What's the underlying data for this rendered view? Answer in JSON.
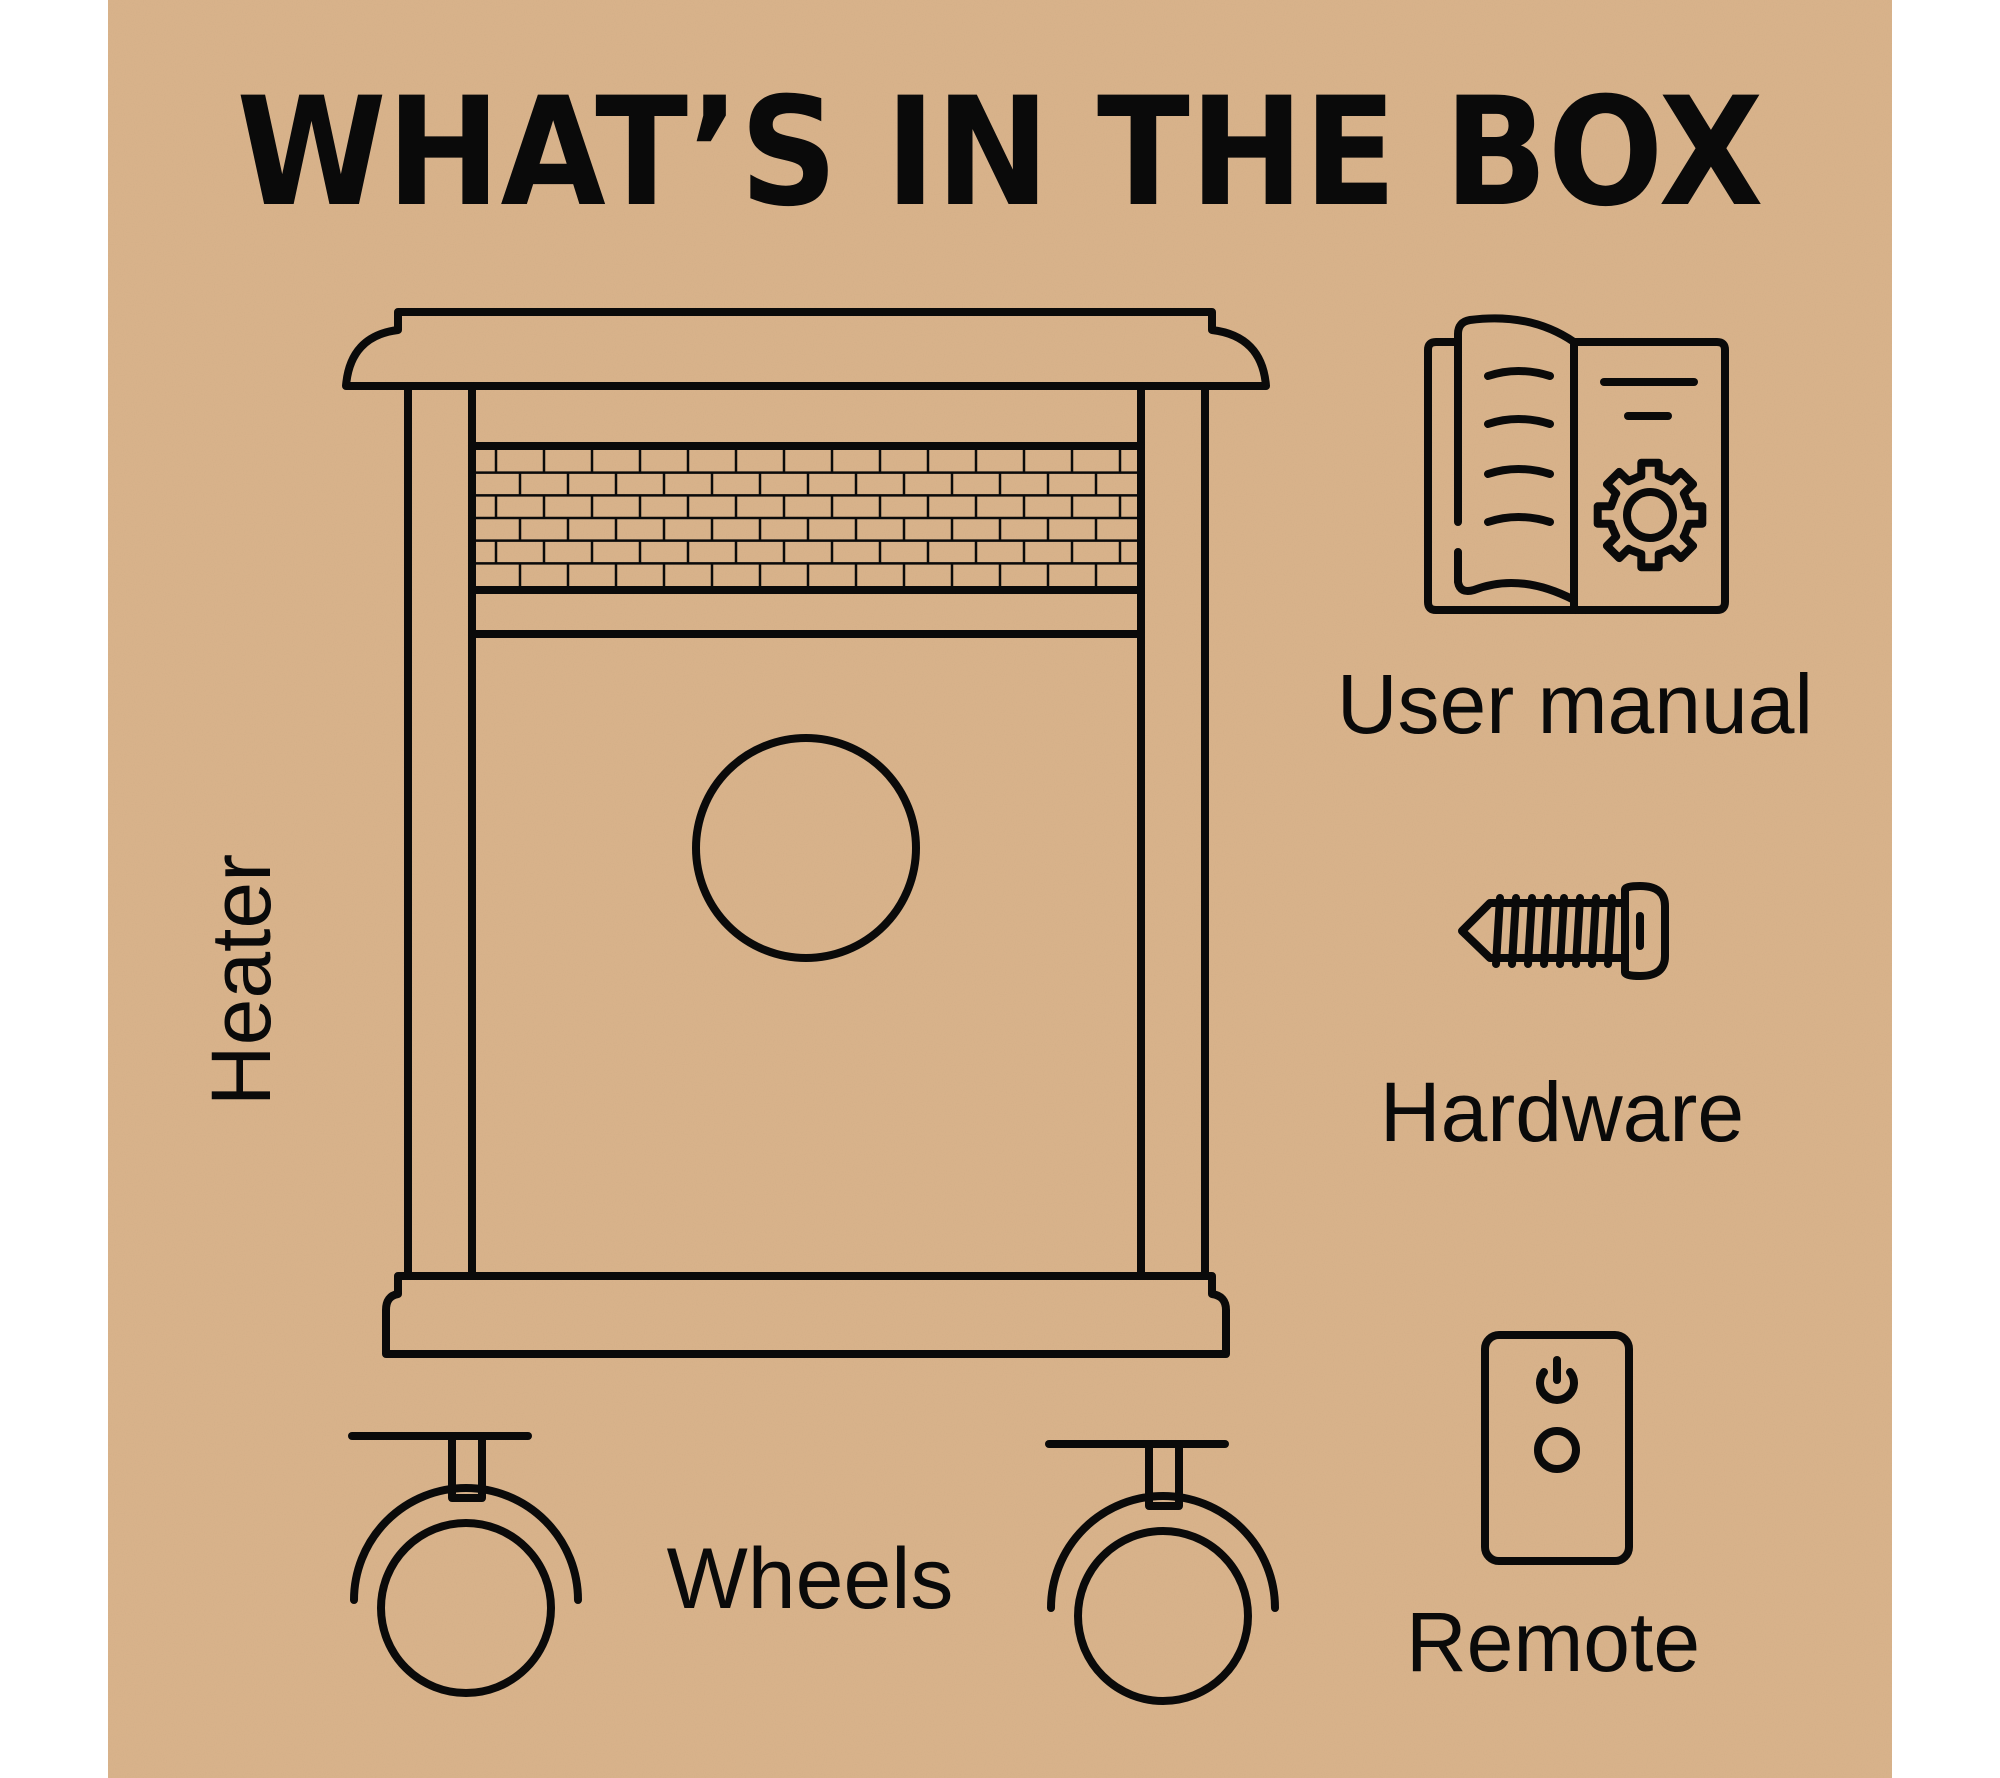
{
  "title": "WHAT’S IN THE BOX",
  "items": {
    "heater": "Heater",
    "wheels": "Wheels",
    "user_manual": "User manual",
    "hardware": "Hardware",
    "remote": "Remote"
  },
  "colors": {
    "kraft": "#dab38c",
    "ink": "#0a0a0a"
  },
  "icons": [
    "heater-icon",
    "wheel-icon",
    "user-manual-icon",
    "screw-icon",
    "remote-icon"
  ]
}
